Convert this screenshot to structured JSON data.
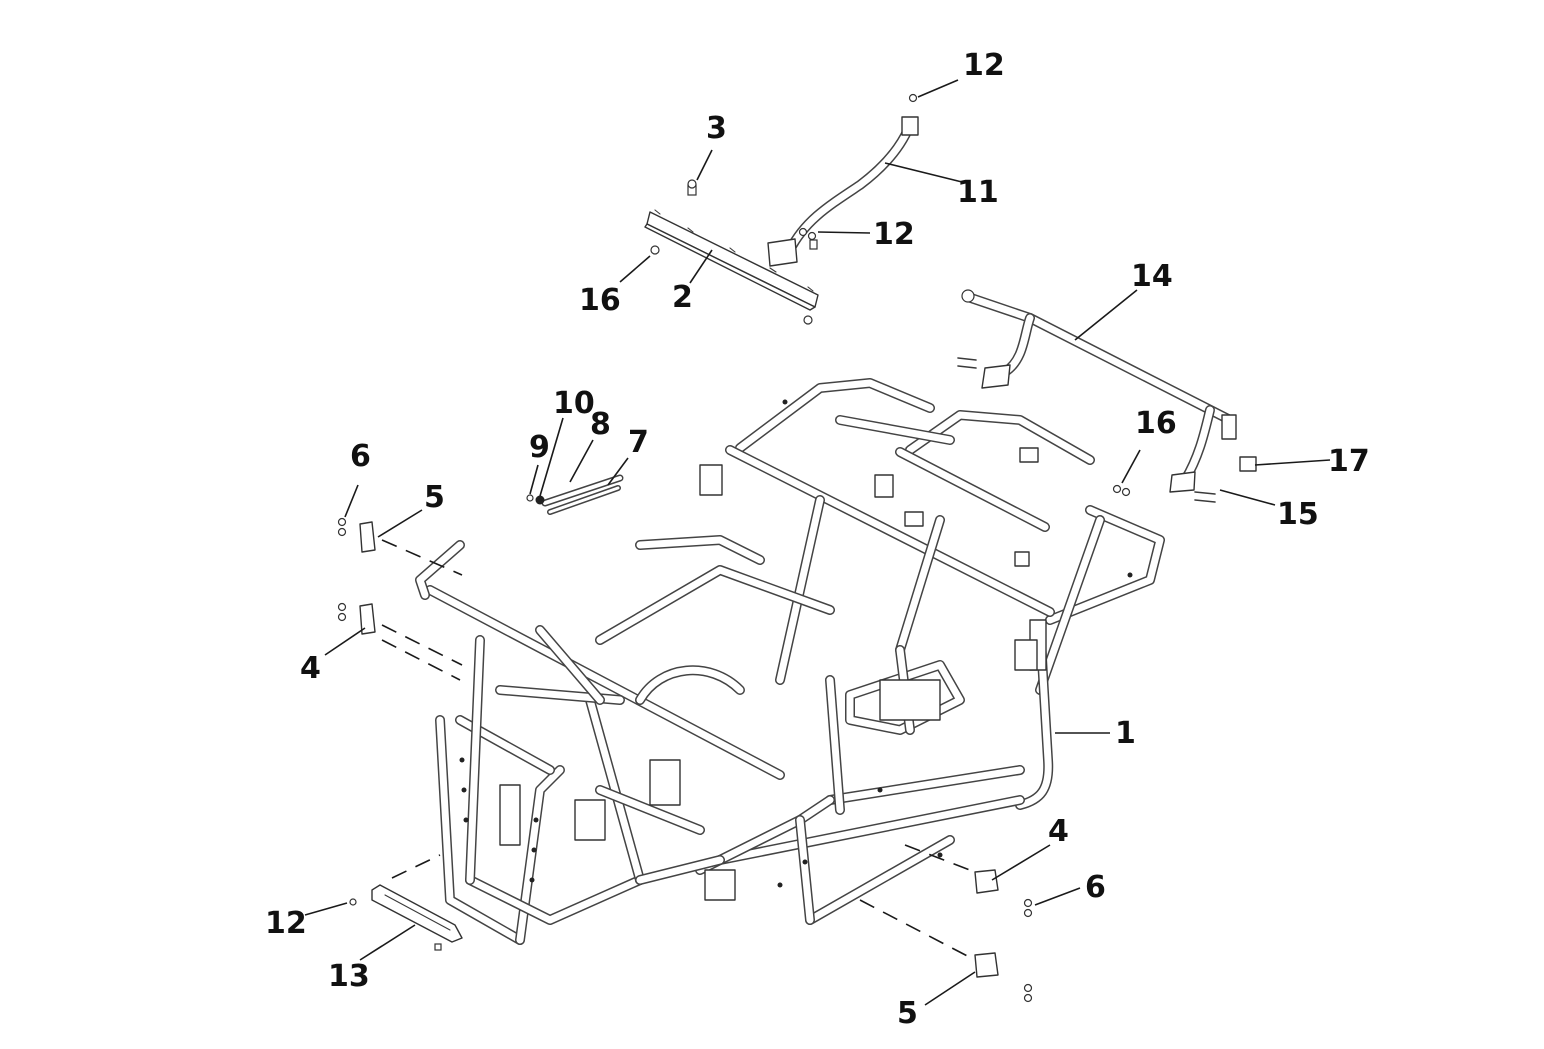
{
  "callouts": [
    {
      "id": "c12a",
      "label": "12"
    },
    {
      "id": "c3",
      "label": "3"
    },
    {
      "id": "c11",
      "label": "11"
    },
    {
      "id": "c12b",
      "label": "12"
    },
    {
      "id": "c16a",
      "label": "16"
    },
    {
      "id": "c2",
      "label": "2"
    },
    {
      "id": "c14",
      "label": "14"
    },
    {
      "id": "c10",
      "label": "10"
    },
    {
      "id": "c8",
      "label": "8"
    },
    {
      "id": "c9",
      "label": "9"
    },
    {
      "id": "c7",
      "label": "7"
    },
    {
      "id": "c16b",
      "label": "16"
    },
    {
      "id": "c17",
      "label": "17"
    },
    {
      "id": "c15",
      "label": "15"
    },
    {
      "id": "c6a",
      "label": "6"
    },
    {
      "id": "c5a",
      "label": "5"
    },
    {
      "id": "c4a",
      "label": "4"
    },
    {
      "id": "c1",
      "label": "1"
    },
    {
      "id": "c4b",
      "label": "4"
    },
    {
      "id": "c6b",
      "label": "6"
    },
    {
      "id": "c12c",
      "label": "12"
    },
    {
      "id": "c13",
      "label": "13"
    },
    {
      "id": "c5b",
      "label": "5"
    }
  ]
}
